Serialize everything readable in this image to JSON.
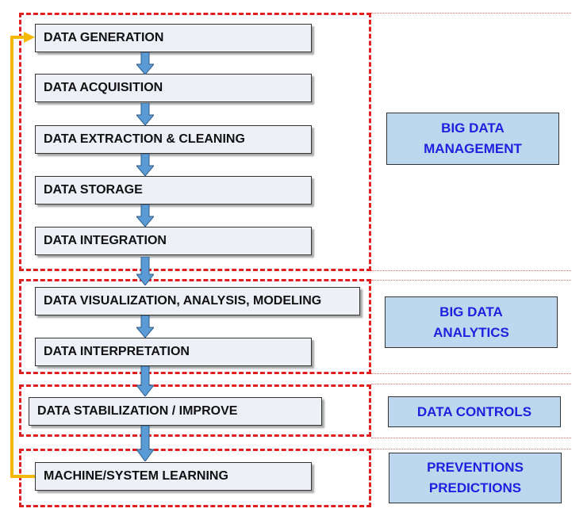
{
  "steps": [
    {
      "label": "DATA GENERATION"
    },
    {
      "label": "DATA ACQUISITION"
    },
    {
      "label": "DATA EXTRACTION & CLEANING"
    },
    {
      "label": "DATA STORAGE"
    },
    {
      "label": "DATA INTEGRATION"
    },
    {
      "label": "DATA VISUALIZATION, ANALYSIS, MODELING"
    },
    {
      "label": "DATA INTERPRETATION"
    },
    {
      "label": "DATA STABILIZATION / IMPROVE"
    },
    {
      "label": "MACHINE/SYSTEM LEARNING"
    }
  ],
  "categories": [
    {
      "line1": "BIG DATA",
      "line2": "MANAGEMENT"
    },
    {
      "line1": "BIG DATA",
      "line2": "ANALYTICS"
    },
    {
      "line1": "DATA CONTROLS",
      "line2": ""
    },
    {
      "line1": "PREVENTIONS",
      "line2": "PREDICTIONS"
    }
  ],
  "colors": {
    "region_border": "#e02020",
    "arrow_fill": "#5b9bd5",
    "feedback_arrow": "#f5b800",
    "category_fill": "#bdd7ee",
    "category_text": "#1f1fe0",
    "step_fill": "#eef0f8"
  },
  "icons": {
    "flow": "down-arrow-icon",
    "feedback": "feedback-loop-arrow-icon"
  }
}
